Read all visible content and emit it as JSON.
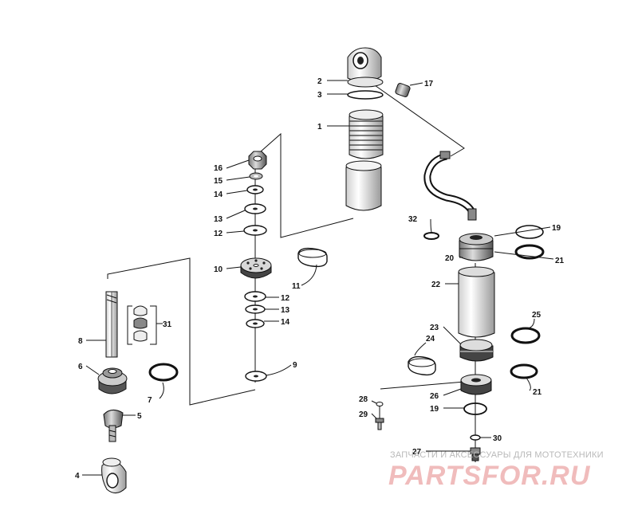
{
  "callouts": {
    "c1": "1",
    "c2": "2",
    "c3": "3",
    "c4": "4",
    "c5": "5",
    "c6": "6",
    "c7": "7",
    "c8": "8",
    "c9": "9",
    "c10": "10",
    "c11": "11",
    "c12a": "12",
    "c12b": "12",
    "c13a": "13",
    "c13b": "13",
    "c14a": "14",
    "c14b": "14",
    "c15": "15",
    "c16": "16",
    "c17": "17",
    "c19a": "19",
    "c19b": "19",
    "c20": "20",
    "c21a": "21",
    "c21b": "21",
    "c22": "22",
    "c23": "23",
    "c24": "24",
    "c25": "25",
    "c26": "26",
    "c27": "27",
    "c28": "28",
    "c29": "29",
    "c30": "30",
    "c31": "31",
    "c32": "32"
  },
  "watermark": {
    "subtitle": "ЗАПЧАСТИ И АКСЕССУАРЫ ДЛЯ МОТОТЕХНИКИ",
    "brand": "PARTSFOR.RU"
  }
}
